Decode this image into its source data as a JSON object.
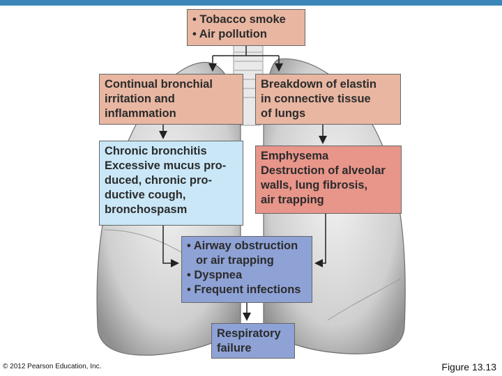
{
  "boxes": {
    "causes": [
      "• Tobacco smoke",
      "• Air pollution"
    ],
    "bronchial_irritation": [
      "Continual bronchial",
      "irritation and",
      "inflammation"
    ],
    "elastin_breakdown": [
      "Breakdown of elastin",
      "in connective tissue",
      "of lungs"
    ],
    "chronic_bronchitis": [
      "Chronic bronchitis",
      "Excessive mucus pro-",
      "duced, chronic pro-",
      "ductive cough,",
      "bronchospasm"
    ],
    "emphysema": [
      "Emphysema",
      "Destruction of alveolar",
      "walls, lung fibrosis,",
      "air trapping"
    ],
    "effects": [
      "• Airway obstruction",
      "or air trapping",
      "• Dyspnea",
      "• Frequent infections"
    ],
    "respiratory_failure": [
      "Respiratory",
      "failure"
    ]
  },
  "colors": {
    "topbar": "#3a86b8",
    "salmon": "#e8b6a1",
    "red": "#e8958a",
    "blue": "#c9e7f7",
    "purple": "#8ea2d6"
  },
  "footer": {
    "copyright": "© 2012 Pearson Education, Inc.",
    "figure": "Figure 13.13"
  }
}
